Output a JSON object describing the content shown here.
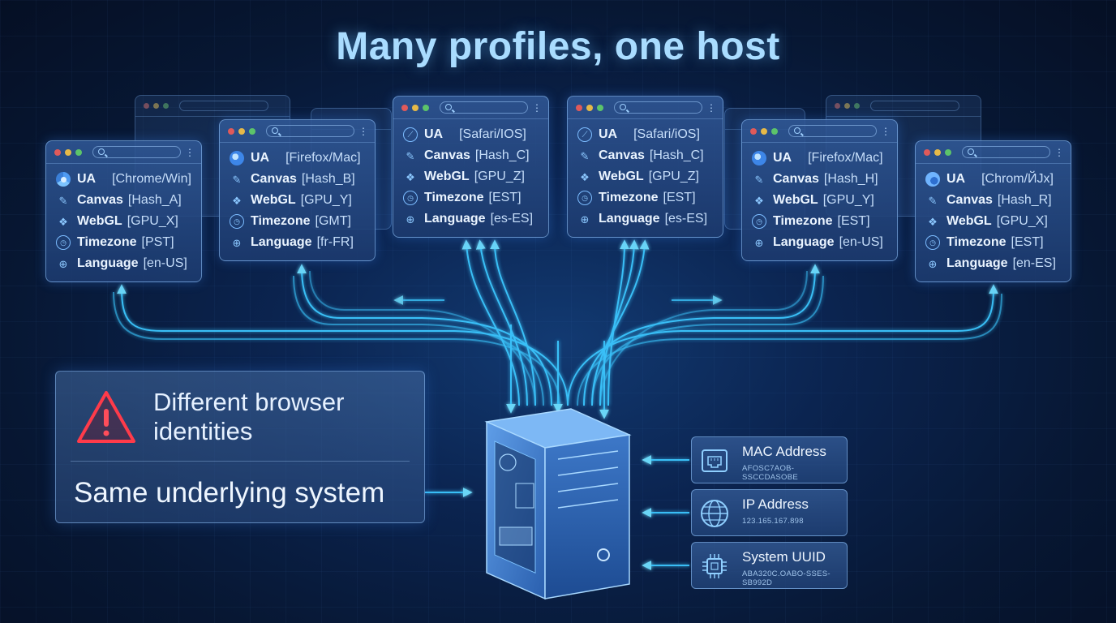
{
  "title": "Many profiles, one host",
  "profiles": [
    {
      "rows": [
        {
          "icon": "chrome-icon",
          "label": "UA",
          "value": "[Chrome/Win]"
        },
        {
          "icon": "brush-icon",
          "label": "Canvas",
          "value": "[Hash_A]"
        },
        {
          "icon": "webgl-cube-icon",
          "label": "WebGL",
          "value": "[GPU_X]"
        },
        {
          "icon": "clock-icon",
          "label": "Timezone",
          "value": "[PST]"
        },
        {
          "icon": "globe-icon",
          "label": "Language",
          "value": "[en-US]"
        }
      ]
    },
    {
      "rows": [
        {
          "icon": "firefox-icon",
          "label": "UA",
          "value": "[Firefox/Mac]"
        },
        {
          "icon": "brush-icon",
          "label": "Canvas",
          "value": "[Hash_B]"
        },
        {
          "icon": "webgl-cube-icon",
          "label": "WebGL",
          "value": "[GPU_Y]"
        },
        {
          "icon": "clock-icon",
          "label": "Timezone",
          "value": "[GMT]"
        },
        {
          "icon": "globe-icon",
          "label": "Language",
          "value": "[fr-FR]"
        }
      ]
    },
    {
      "rows": [
        {
          "icon": "safari-icon",
          "label": "UA",
          "value": "[Safari/IOS]"
        },
        {
          "icon": "brush-icon",
          "label": "Canvas",
          "value": "[Hash_C]"
        },
        {
          "icon": "webgl-cube-icon",
          "label": "WebGL",
          "value": "[GPU_Z]"
        },
        {
          "icon": "clock-icon",
          "label": "Timezone",
          "value": "[EST]"
        },
        {
          "icon": "globe-icon",
          "label": "Language",
          "value": "[es-ES]"
        }
      ]
    },
    {
      "rows": [
        {
          "icon": "safari-icon",
          "label": "UA",
          "value": "[Safari/iOS]"
        },
        {
          "icon": "brush-icon",
          "label": "Canvas",
          "value": "[Hash_C]"
        },
        {
          "icon": "webgl-cube-icon",
          "label": "WebGL",
          "value": "[GPU_Z]"
        },
        {
          "icon": "clock-icon",
          "label": "Timezone",
          "value": "[EST]"
        },
        {
          "icon": "globe-icon",
          "label": "Language",
          "value": "[es-ES]"
        }
      ]
    },
    {
      "rows": [
        {
          "icon": "firefox-icon",
          "label": "UA",
          "value": "[Firefox/Mac]"
        },
        {
          "icon": "brush-icon",
          "label": "Canvas",
          "value": "[Hash_H]"
        },
        {
          "icon": "webgl-cube-icon",
          "label": "WebGL",
          "value": "[GPU_Y]"
        },
        {
          "icon": "clock-icon",
          "label": "Timezone",
          "value": "[EST]"
        },
        {
          "icon": "globe-icon",
          "label": "Language",
          "value": "[en-US]"
        }
      ]
    },
    {
      "rows": [
        {
          "icon": "edge-icon",
          "label": "UA",
          "value": "[Chrom/ЙJx]"
        },
        {
          "icon": "brush-icon",
          "label": "Canvas",
          "value": "[Hash_R]"
        },
        {
          "icon": "webgl-cube-icon",
          "label": "WebGL",
          "value": "[GPU_X]"
        },
        {
          "icon": "clock-icon",
          "label": "Timezone",
          "value": "[EST]"
        },
        {
          "icon": "globe-icon",
          "label": "Language",
          "value": "[en-ES]"
        }
      ]
    }
  ],
  "warning": {
    "icon": "warning-triangle-icon",
    "title": "Different browser identities",
    "subtitle": "Same underlying system"
  },
  "host": {
    "icon": "computer-tower-icon"
  },
  "hardware": [
    {
      "icon": "ethernet-port-icon",
      "name": "MAC Address",
      "value": "AFOSC7AOB-SSCCDASOBE"
    },
    {
      "icon": "globe-icon",
      "name": "IP Address",
      "value": "123.165.167.898"
    },
    {
      "icon": "chip-icon",
      "name": "System UUID",
      "value": "ABA320C.OABO-SSES-SB992D"
    }
  ],
  "colors": {
    "accent": "#4fd3ff",
    "warning": "#e0303a",
    "title": "#a9dcff"
  }
}
